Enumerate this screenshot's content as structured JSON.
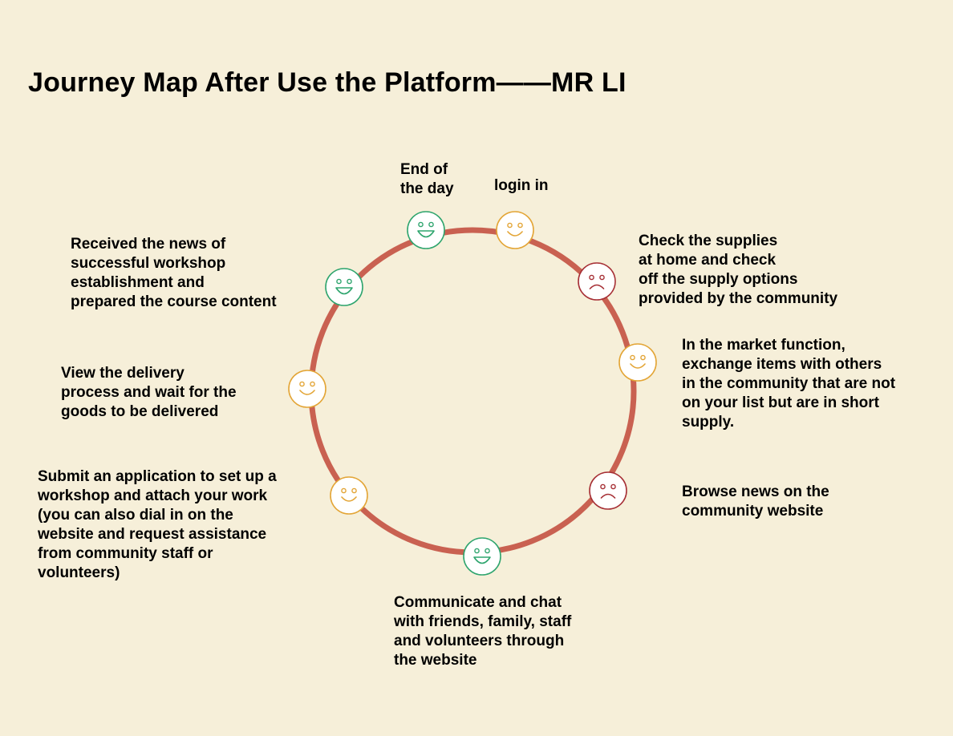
{
  "title": "Journey Map After Use the Platform——MR LI",
  "colors": {
    "background": "#f6efd9",
    "ring": "#c96151",
    "happy": "#2fa56e",
    "neutral": "#e3a536",
    "sad": "#a62f35"
  },
  "steps": [
    {
      "id": "login",
      "mood": "neutral",
      "icon": "neutral-smile-icon",
      "label_lines": [
        "login in"
      ]
    },
    {
      "id": "check-supplies",
      "mood": "sad",
      "icon": "sad-face-icon",
      "label_lines": [
        "Check the supplies",
        "at home and check",
        "off the supply options",
        "provided by the community"
      ]
    },
    {
      "id": "market-exchange",
      "mood": "neutral",
      "icon": "neutral-smile-icon",
      "label_lines": [
        "In the market function,",
        "exchange items with others",
        "in the community that are not",
        "on your list but are in short",
        "supply."
      ]
    },
    {
      "id": "browse-news",
      "mood": "sad",
      "icon": "sad-face-icon",
      "label_lines": [
        "Browse news on the",
        "community website"
      ]
    },
    {
      "id": "communicate-chat",
      "mood": "happy",
      "icon": "happy-face-icon",
      "label_lines": [
        "Communicate and chat",
        "with friends, family, staff",
        "and volunteers through",
        "the website"
      ]
    },
    {
      "id": "submit-application",
      "mood": "neutral",
      "icon": "neutral-smile-icon",
      "label_lines": [
        "Submit an application to set up a",
        "workshop and attach your work",
        "(you can also dial in on the",
        "website and request assistance",
        "from community staff or",
        "volunteers)"
      ]
    },
    {
      "id": "view-delivery",
      "mood": "neutral",
      "icon": "neutral-smile-icon",
      "label_lines": [
        "View the delivery",
        "process and wait for the",
        "goods to be delivered"
      ]
    },
    {
      "id": "received-news",
      "mood": "happy",
      "icon": "happy-face-icon",
      "label_lines": [
        "Received the news of",
        "successful workshop",
        "establishment and",
        "prepared the course content"
      ]
    },
    {
      "id": "end-of-day",
      "mood": "happy",
      "icon": "happy-face-icon",
      "label_lines": [
        "End of",
        "the day"
      ]
    }
  ]
}
